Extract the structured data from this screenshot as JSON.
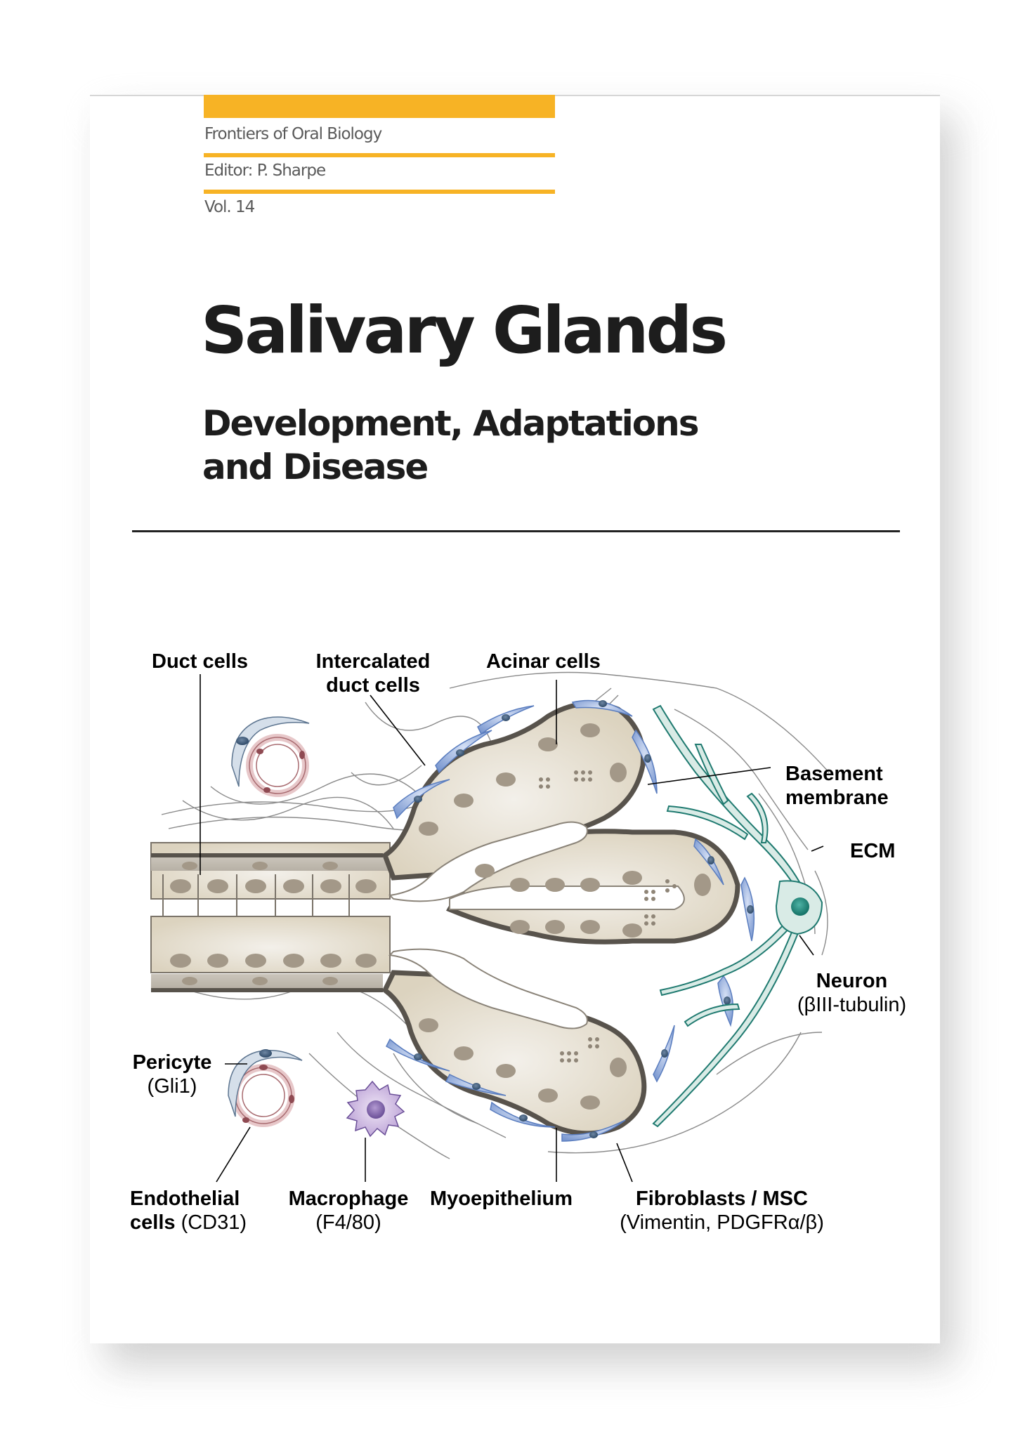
{
  "cover": {
    "series": "Frontiers of Oral Biology",
    "editor": "Editor: P. Sharpe",
    "volume": "Vol. 14",
    "title": "Salivary Glands",
    "subtitle_line1": "Development, Adaptations",
    "subtitle_line2": "and Disease",
    "accent_color": "#f7b325"
  },
  "diagram": {
    "labels": {
      "duct_cells": "Duct cells",
      "intercalated_line1": "Intercalated",
      "intercalated_line2": "duct cells",
      "acinar_cells": "Acinar cells",
      "basement_line1": "Basement",
      "basement_line2": "membrane",
      "ecm": "ECM",
      "neuron": "Neuron",
      "neuron_marker": "(βIII-tubulin)",
      "pericyte": "Pericyte",
      "pericyte_marker": "(Gli1)",
      "endothelial_line1": "Endothelial",
      "endothelial_line2": "cells",
      "endothelial_marker": "(CD31)",
      "macrophage": "Macrophage",
      "macrophage_marker": "(F4/80)",
      "myoepithelium": "Myoepithelium",
      "fibroblasts": "Fibroblasts / MSC",
      "fibroblasts_marker": "(Vimentin, PDGFRα/β)"
    },
    "colors": {
      "cell_fill": "#e9e2d2",
      "nucleus": "#a39888",
      "membrane": "#58534c",
      "fibroblast": "#7f9fd6",
      "neuron": "#1f7a70",
      "pericyte": "#d5dfea",
      "endothelium": "#e7c7c9",
      "macrophage": "#c8b3dc"
    }
  }
}
